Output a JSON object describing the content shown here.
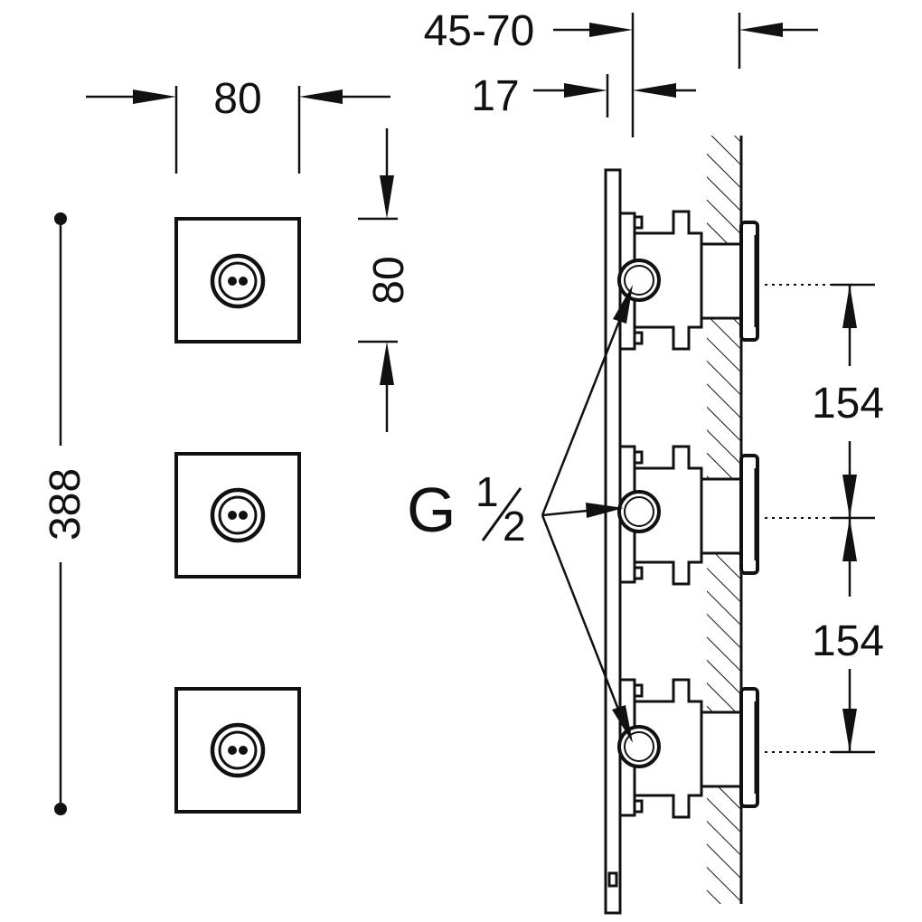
{
  "colors": {
    "line": "#111111",
    "background": "#ffffff"
  },
  "dimensions": {
    "width_front": "80",
    "height_front": "80",
    "total_height": "388",
    "depth_range": "45-70",
    "plate_depth": "17",
    "spacing_top": "154",
    "spacing_bottom": "154"
  },
  "connection": {
    "prefix": "G",
    "fraction_num": "1",
    "fraction_den": "2"
  }
}
